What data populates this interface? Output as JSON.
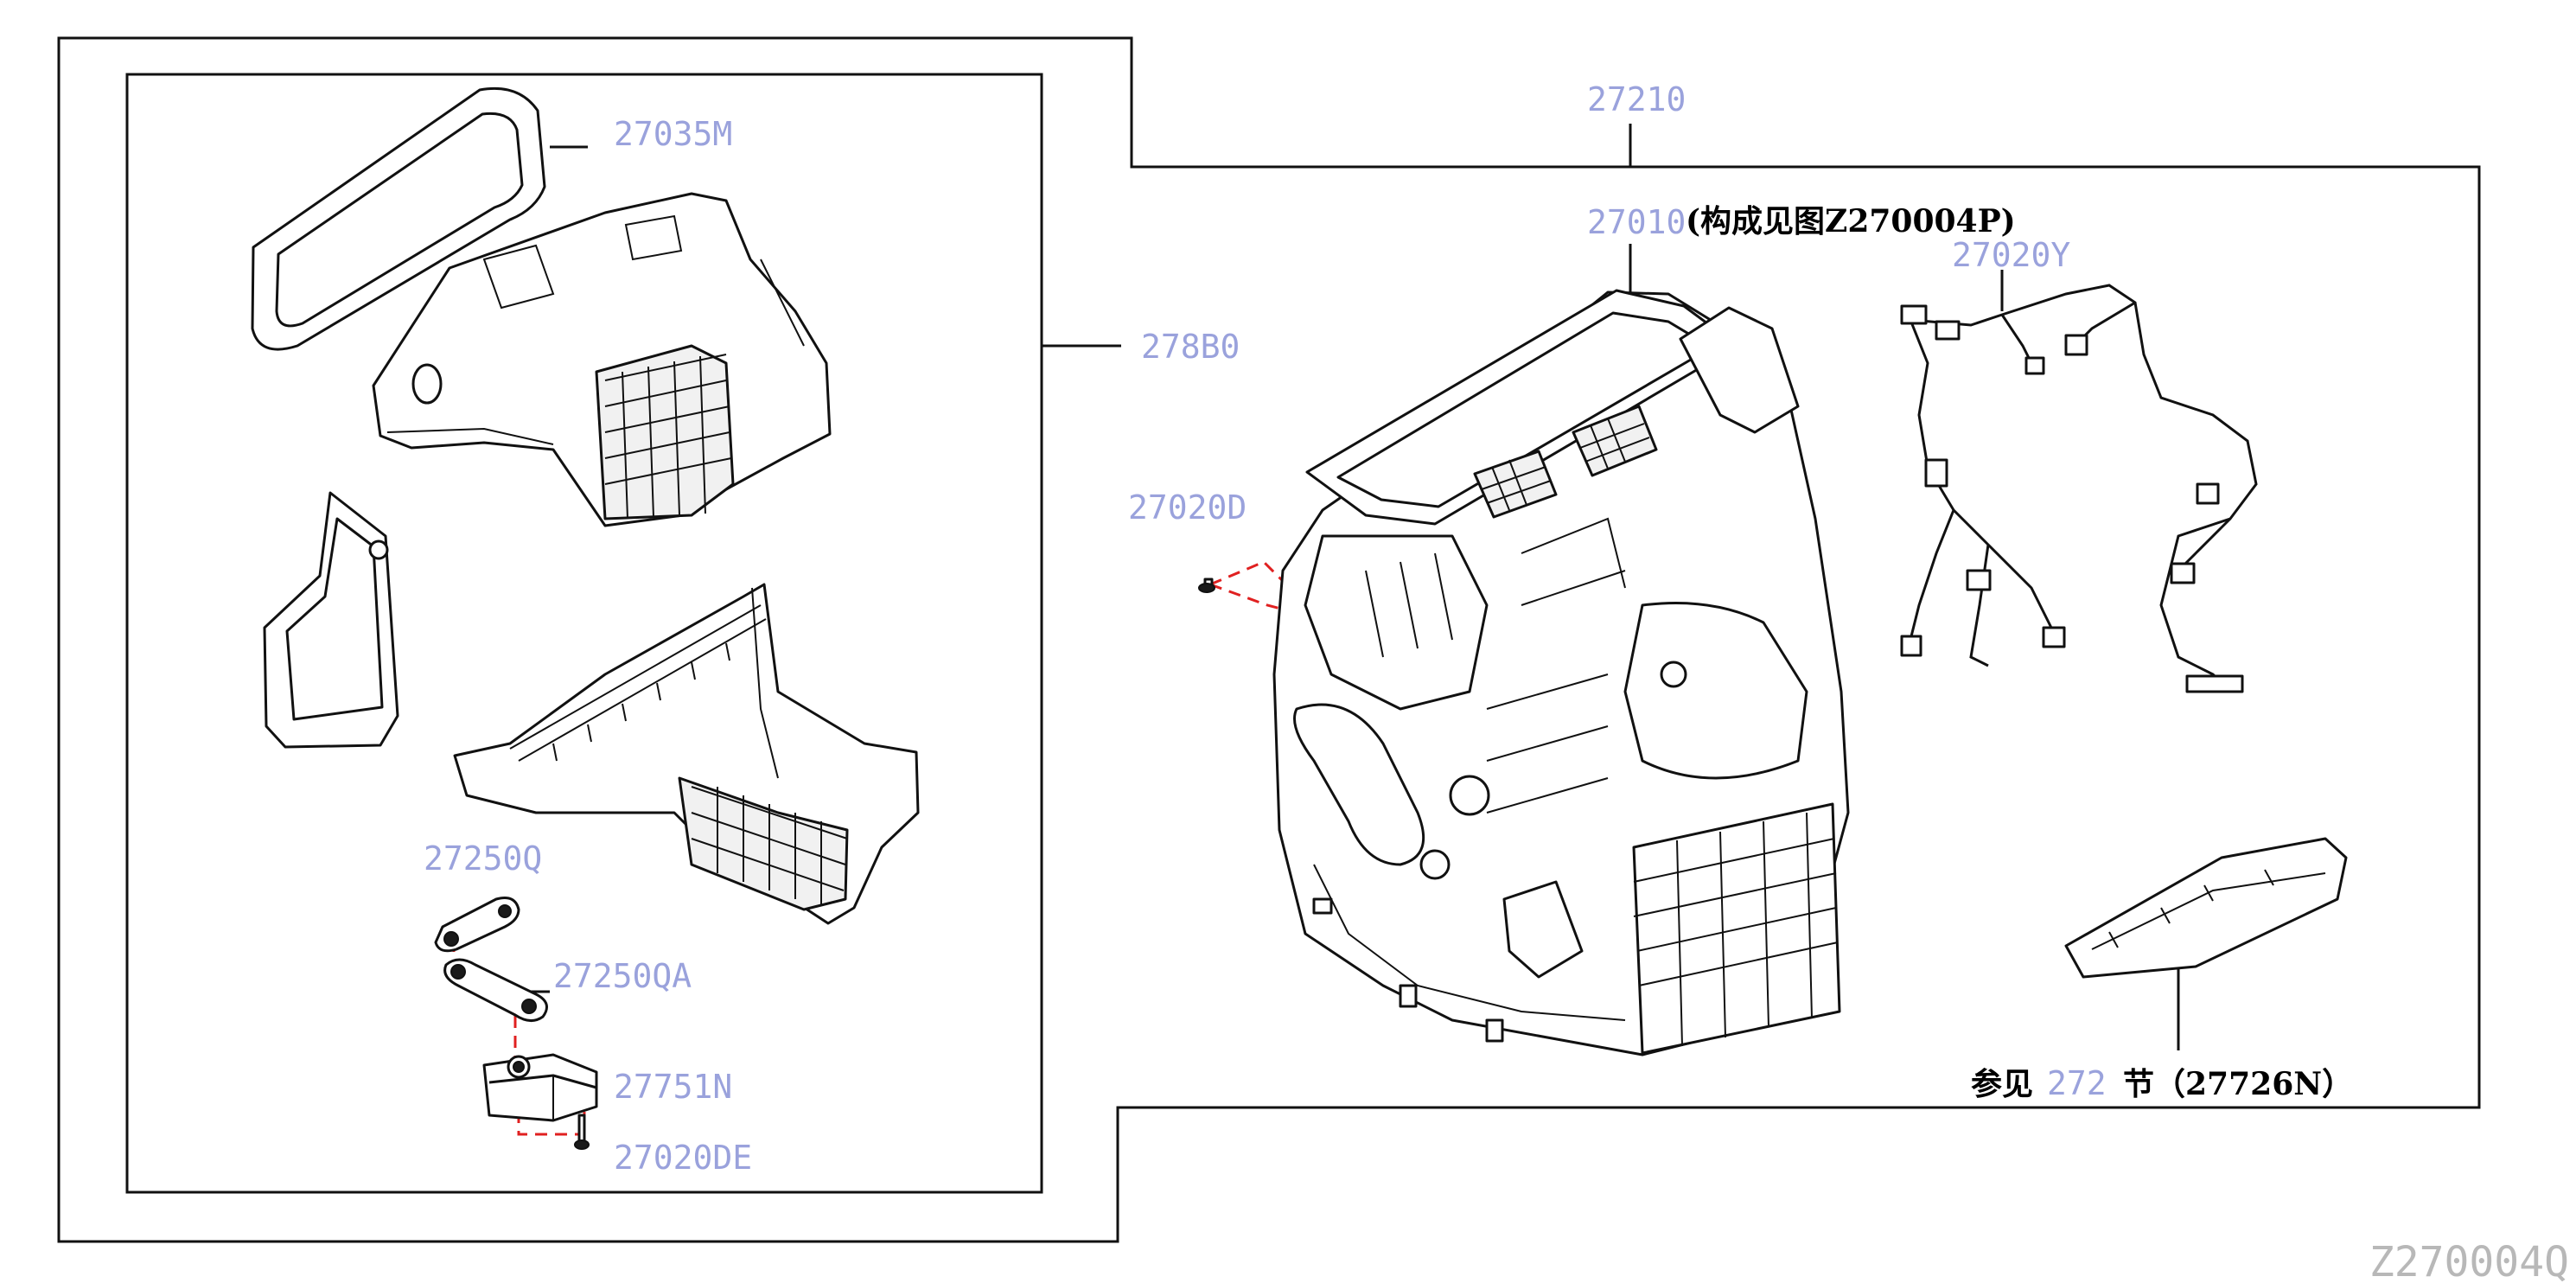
{
  "diagram": {
    "code": "Z270004Q",
    "labels": {
      "p27035M": "27035M",
      "p278B0": "278B0",
      "p27250Q": "27250Q",
      "p27250QA": "27250QA",
      "p27751N": "27751N",
      "p27020DE": "27020DE",
      "p27210": "27210",
      "p27010": "27010",
      "p27010_note": "(构成见图Z270004P)",
      "p27020D": "27020D",
      "p27020Y": "27020Y",
      "ref_prefix": "参见",
      "ref_section": "272",
      "ref_suffix": "节（27726N）"
    }
  }
}
